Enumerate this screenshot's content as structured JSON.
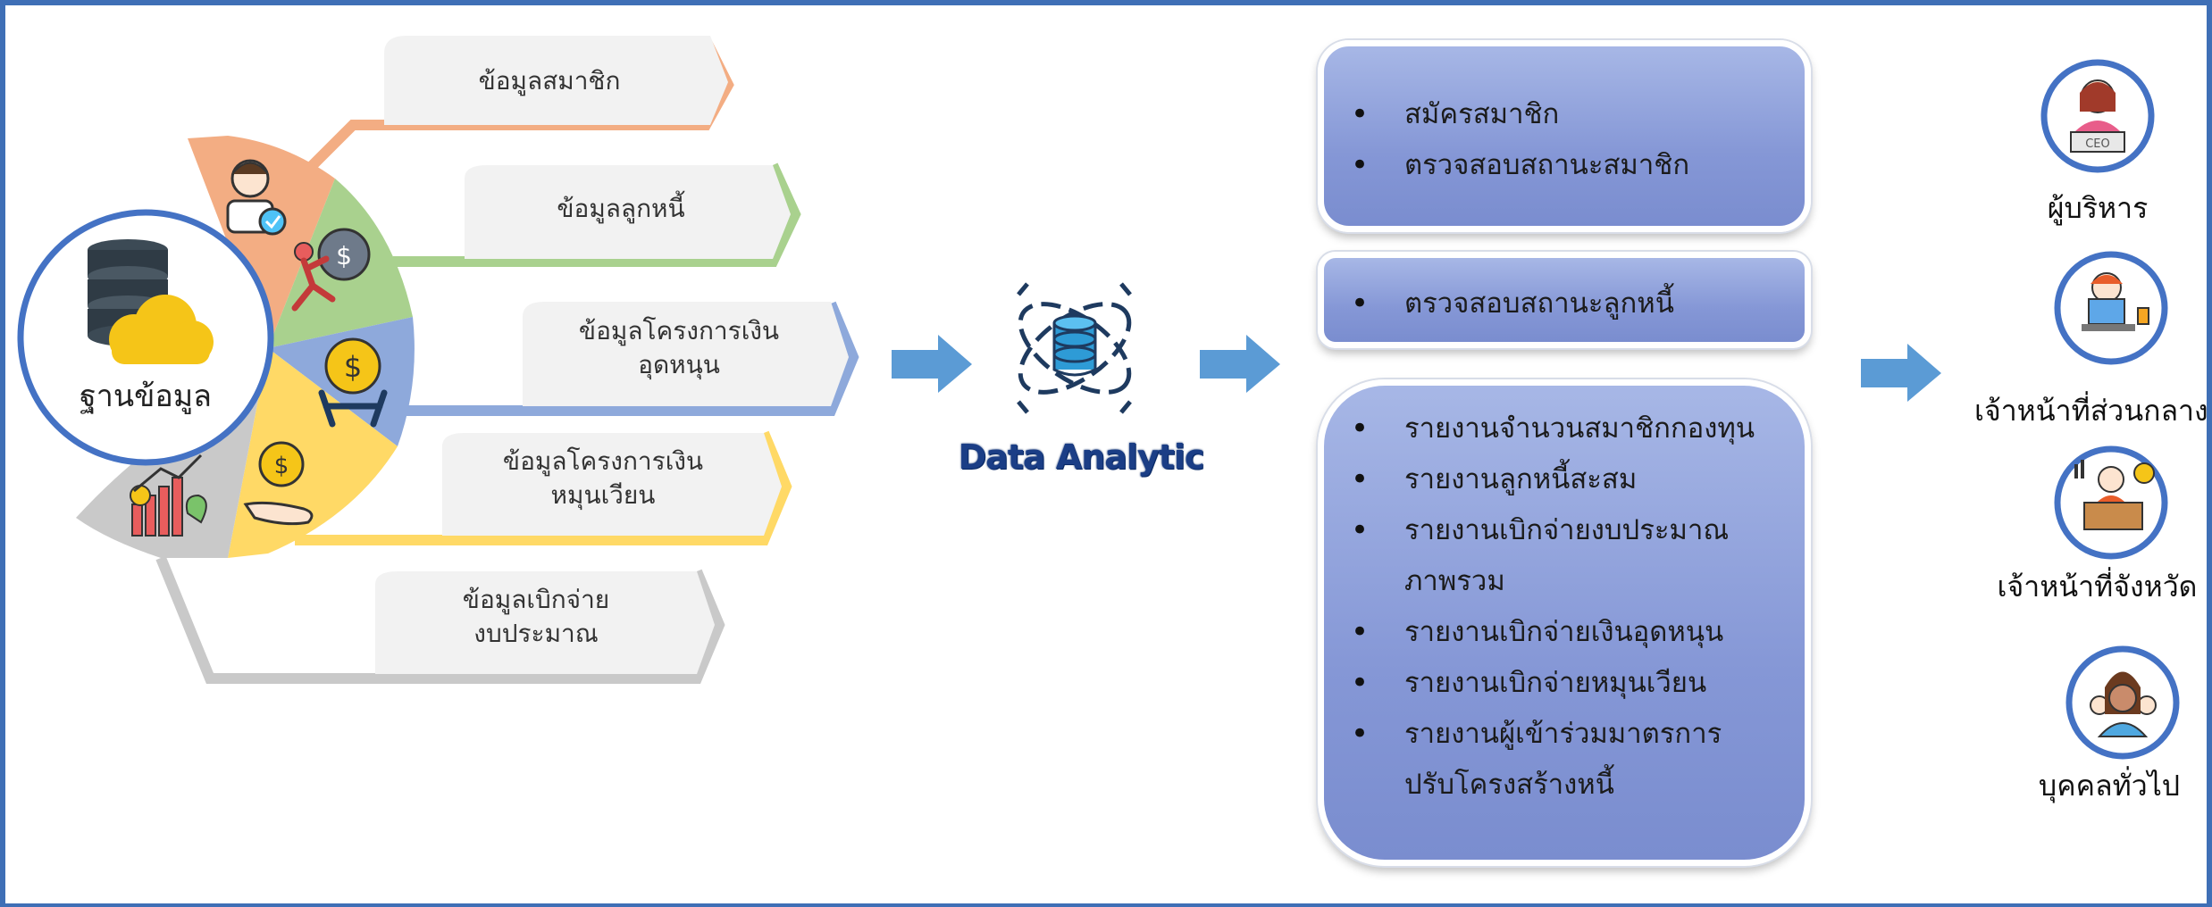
{
  "database": {
    "label": "ฐานข้อมูล"
  },
  "sources": [
    {
      "label": "ข้อมูลสมาชิก",
      "color": "#f3ad83"
    },
    {
      "label": "ข้อมูลลูกหนี้",
      "color": "#a9d18e"
    },
    {
      "label": "ข้อมูลโครงการเงิน\nอุดหนุน",
      "color": "#8ea9db"
    },
    {
      "label": "ข้อมูลโครงการเงิน\nหมุนเวียน",
      "color": "#ffd966"
    },
    {
      "label": "ข้อมูลเบิกจ่าย\nงบประมาณ",
      "color": "#c9c9c9"
    }
  ],
  "center": {
    "label": "Data Analytic"
  },
  "outputs": {
    "box1": [
      "สมัครสมาชิก",
      "ตรวจสอบสถานะสมาชิก"
    ],
    "box2": [
      "ตรวจสอบสถานะลูกหนี้"
    ],
    "box3": [
      "รายงานจำนวนสมาชิกกองทุน",
      "รายงานลูกหนี้สะสม",
      "รายงานเบิกจ่ายงบประมาณ\nภาพรวม",
      "รายงานเบิกจ่ายเงินอุดหนุน",
      "รายงานเบิกจ่ายหมุนเวียน",
      "รายงานผู้เข้าร่วมมาตรการ\nปรับโครงสร้างหนี้"
    ]
  },
  "roles": [
    {
      "label": "ผู้บริหาร",
      "badge": "CEO"
    },
    {
      "label": "เจ้าหน้าที่ส่วนกลาง"
    },
    {
      "label": "เจ้าหน้าที่จังหวัด"
    },
    {
      "label": "บุคคลทั่วไป"
    }
  ],
  "colors": {
    "frame": "#3f6fb6",
    "arrow": "#5b9bd5",
    "box": "#8597d6"
  }
}
